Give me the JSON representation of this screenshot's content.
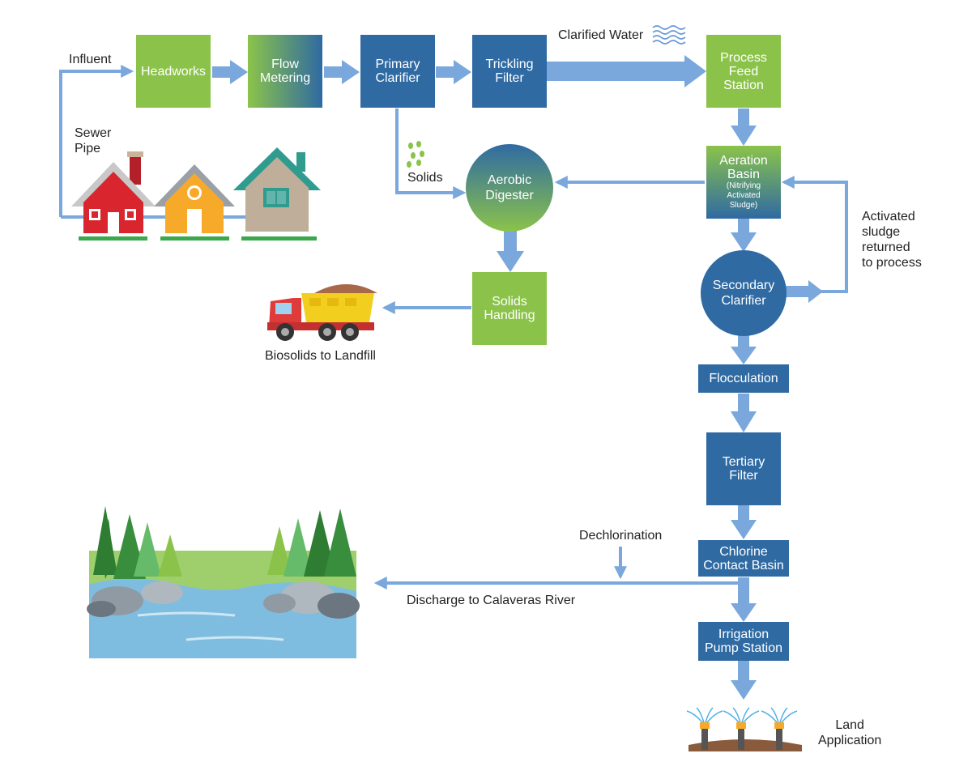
{
  "colors": {
    "green": "#8bc34a",
    "blue": "#2f6aa3",
    "arrow": "#7aa7dc",
    "red": "#d9262e",
    "orange": "#f7a92a",
    "tan": "#bfae99",
    "teal": "#2f9c8f",
    "water": "#7fbde0"
  },
  "boxes": {
    "headworks": "Headworks",
    "flow_metering": "Flow\nMetering",
    "primary_clarifier": "Primary\nClarifier",
    "trickling_filter": "Trickling\nFilter",
    "process_feed_station": "Process\nFeed\nStation",
    "aeration_basin": "Aeration\nBasin",
    "aeration_basin_sub": "(Nitrifying\nActivated\nSludge)",
    "aerobic_digester": "Aerobic\nDigester",
    "solids_handling": "Solids\nHandling",
    "secondary_clarifier": "Secondary\nClarifier",
    "flocculation": "Flocculation",
    "tertiary_filter": "Tertiary\nFilter",
    "chlorine_contact_basin": "Chlorine\nContact Basin",
    "irrigation_pump_station": "Irrigation\nPump Station"
  },
  "labels": {
    "influent": "Influent",
    "sewer_pipe": "Sewer\nPipe",
    "clarified_water": "Clarified Water",
    "solids": "Solids",
    "activated_sludge": "Activated\nsludge\nreturned\nto process",
    "biosolids": "Biosolids to Landfill",
    "dechlorination": "Dechlorination",
    "discharge": "Discharge to Calaveras River",
    "land_application": "Land\nApplication"
  },
  "icons": [
    "house-icon",
    "dump-truck-icon",
    "river-landscape-icon",
    "sprinkler-icon",
    "water-waves-icon",
    "solids-dots-icon"
  ]
}
